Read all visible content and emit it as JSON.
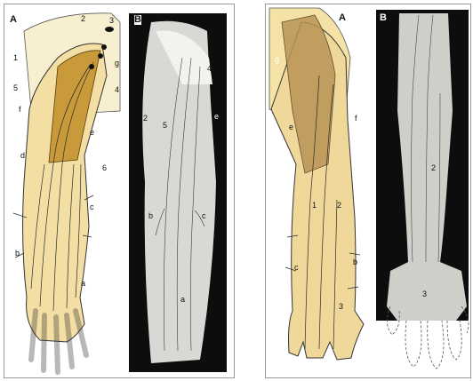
{
  "left_figure": {
    "panel_a_letter": "A",
    "panel_b_letter": "B",
    "labels": {
      "n1": "1",
      "n2": "2",
      "n3": "3",
      "n4": "4",
      "n5": "5",
      "n6": "6",
      "a": "a",
      "b": "b",
      "c": "c",
      "d": "d",
      "e": "e",
      "f": "f",
      "g": "g"
    },
    "photo_labels": {
      "n2": "2",
      "n4": "4",
      "n5": "5",
      "b": "b",
      "c": "c",
      "e": "e",
      "a": "a"
    }
  },
  "right_figure": {
    "panel_a_letter": "A",
    "panel_b_letter": "B",
    "labels": {
      "g": "g",
      "e": "e",
      "f": "f",
      "n1": "1",
      "n2": "2",
      "n3": "3",
      "c": "c",
      "b": "b"
    },
    "photo_labels": {
      "n2": "2",
      "n3": "3"
    }
  },
  "colors": {
    "skin_light": "#f7e3a8",
    "skin_mid": "#e9c46a",
    "skin_dark": "#b8862b",
    "vessel": "#2a2a2a",
    "photo_bg": "#0d0d0d"
  }
}
